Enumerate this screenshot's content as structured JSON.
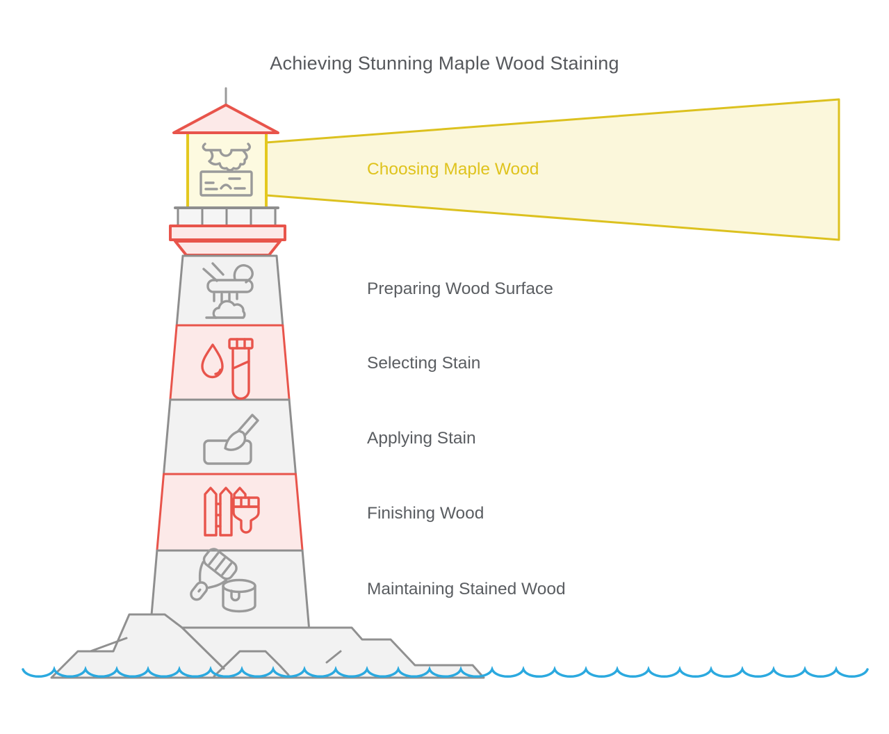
{
  "title": "Achieving Stunning Maple Wood Staining",
  "stages": [
    {
      "label": "Choosing Maple Wood",
      "icon": "maple-leaf-and-wood-plank-icon",
      "style": "beam-highlight"
    },
    {
      "label": "Preparing Wood Surface",
      "icon": "hand-sanding-brush-icon",
      "style": "gray-band"
    },
    {
      "label": "Selecting Stain",
      "icon": "stain-drop-test-tube-icon",
      "style": "red-band"
    },
    {
      "label": "Applying Stain",
      "icon": "paintbrush-on-board-icon",
      "style": "gray-band"
    },
    {
      "label": "Finishing Wood",
      "icon": "fence-paintbrush-icon",
      "style": "red-band"
    },
    {
      "label": "Maintaining Stained Wood",
      "icon": "brush-and-paint-can-icon",
      "style": "gray-band"
    }
  ],
  "colors": {
    "accent_red": "#e8544b",
    "band_pink_fill": "#fce9e8",
    "beam_yellow_stroke": "#dcc11f",
    "beam_yellow_fill": "#fbf7db",
    "lantern_fill": "#fdfae0",
    "gray_outline": "#8e8e8e",
    "light_gray_fill": "#f2f2f2",
    "icon_gray": "#9a9a9a",
    "text_gray": "#5a5d61",
    "beam_text_yellow": "#dfc31d",
    "wave_blue": "#2ba9df"
  }
}
